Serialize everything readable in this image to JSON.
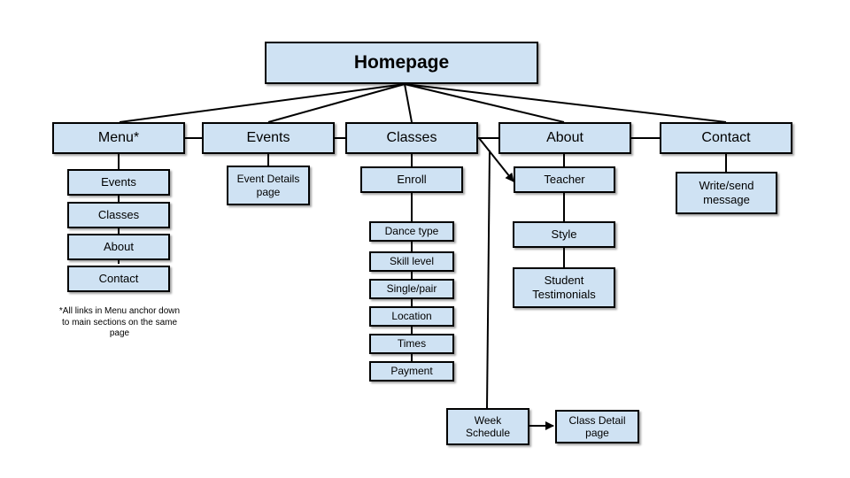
{
  "nodes": {
    "homepage": "Homepage",
    "menu": "Menu*",
    "events": "Events",
    "classes": "Classes",
    "about": "About",
    "contact": "Contact",
    "menu_events": "Events",
    "menu_classes": "Classes",
    "menu_about": "About",
    "menu_contact": "Contact",
    "event_details": "Event Details\npage",
    "enroll": "Enroll",
    "dance_type": "Dance type",
    "skill_level": "Skill level",
    "single_pair": "Single/pair",
    "location": "Location",
    "times": "Times",
    "payment": "Payment",
    "week_schedule": "Week\nSchedule",
    "class_detail": "Class Detail\npage",
    "teacher": "Teacher",
    "style": "Style",
    "student_testimonials": "Student\nTestimonials",
    "write_send": "Write/send\nmessage"
  },
  "note": "*All links in Menu anchor down\nto main sections on the same\npage",
  "colors": {
    "box_fill": "#cfe2f3",
    "box_border": "#000000",
    "line": "#000000"
  }
}
